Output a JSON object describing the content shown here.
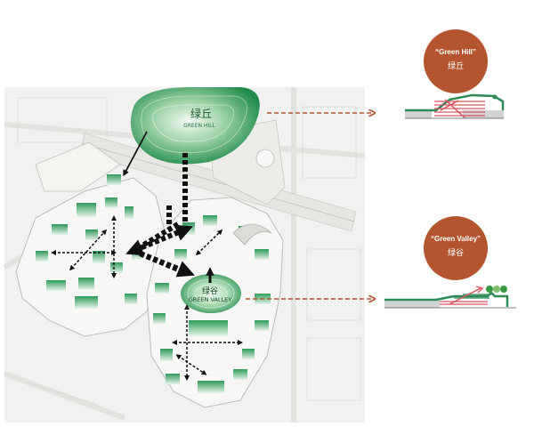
{
  "green_hill": {
    "name_en": "GREEN HILL",
    "name_zh": "绿丘",
    "badge_en": "“Green Hill”",
    "badge_zh": "绿丘"
  },
  "green_valley": {
    "name_en": "GREEN VALLEY",
    "name_zh": "绿谷",
    "badge_en": "“Green Valley”",
    "badge_zh": "绿谷"
  },
  "colors": {
    "badge": "#b5552f",
    "leader_line": "#b5552f",
    "green": "#2e8b57",
    "section_red": "#d9535b",
    "arrows": "#111111"
  }
}
